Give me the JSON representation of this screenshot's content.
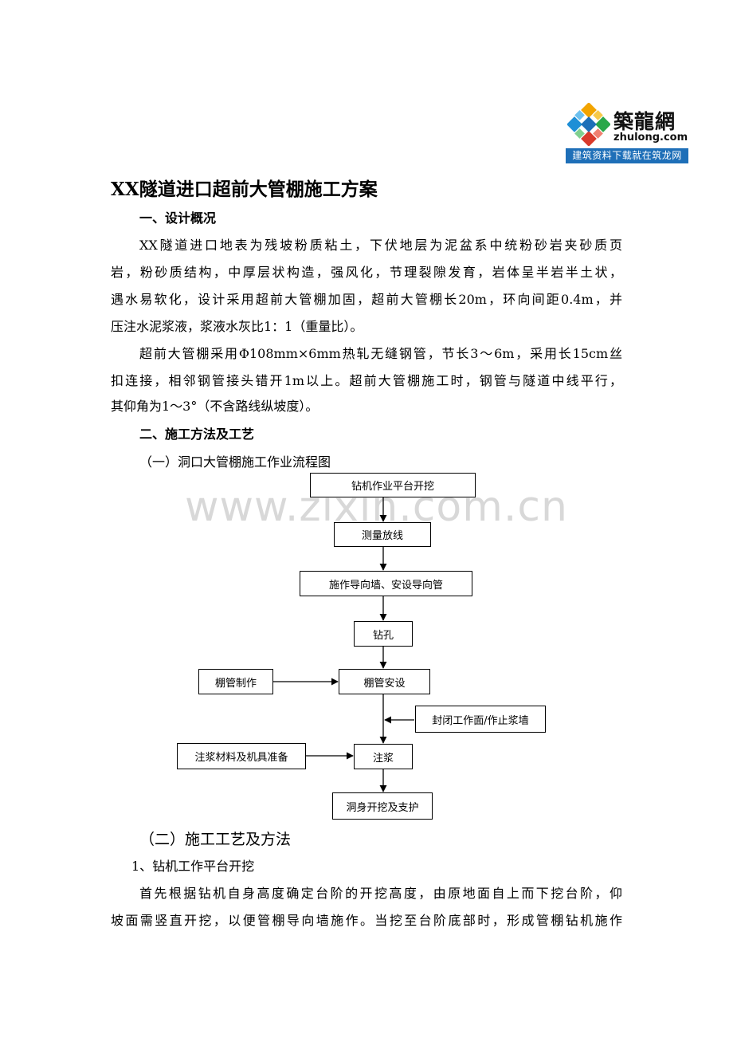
{
  "logo": {
    "brand_cn": "築龍網",
    "brand_en": "zhulong.com",
    "slogan": "建筑资料下载就在筑龙网"
  },
  "watermark": {
    "text": "www.zixin.com.cn"
  },
  "document": {
    "title": "XX隧道进口超前大管棚施工方案",
    "section1": {
      "heading": "一、设计概况",
      "paragraph1": [
        "XX隧道进口地表为残坡粉质粘土，下伏地层为泥盆系中统粉砂岩夹砂质页",
        "岩，粉砂质结构，中厚层状构造，强风化，节理裂隙发育，岩体呈半岩半土状，",
        "遇水易软化，设计采用超前大管棚加固，超前大管棚长20m，环向间距0.4m，并",
        "压注水泥浆液，浆液水灰比1：1（重量比）。"
      ],
      "paragraph2": [
        "超前大管棚采用Φ108mm×6mm热轧无缝钢管，节长3～6m，采用长15cm丝",
        "扣连接，相邻钢管接头错开1m以上。超前大管棚施工时，钢管与隧道中线平行，",
        "其仰角为1～3°（不含路线纵坡度）。"
      ]
    },
    "section2": {
      "heading": "二、施工方法及工艺",
      "sub1": "（一）洞口大管棚施工作业流程图",
      "flowchart": {
        "step1": "钻机作业平台开挖",
        "step2": "测量放线",
        "step3": "施作导向墙、安设导向管",
        "step4": "钻孔",
        "step5": "棚管安设",
        "step6": "注浆",
        "step7": "洞身开挖及支护",
        "side1": "棚管制作",
        "side2": "封闭工作面/作止浆墙",
        "side3": "注浆材料及机具准备"
      },
      "sub2": "（二）施工工艺及方法",
      "item1": "1、钻机工作平台开挖",
      "paragraph3": [
        "首先根据钻机自身高度确定台阶的开挖高度，由原地面自上而下挖台阶，仰",
        "坡面需竖直开挖，以便管棚导向墙施作。当挖至台阶底部时，形成管棚钻机施作"
      ]
    }
  }
}
